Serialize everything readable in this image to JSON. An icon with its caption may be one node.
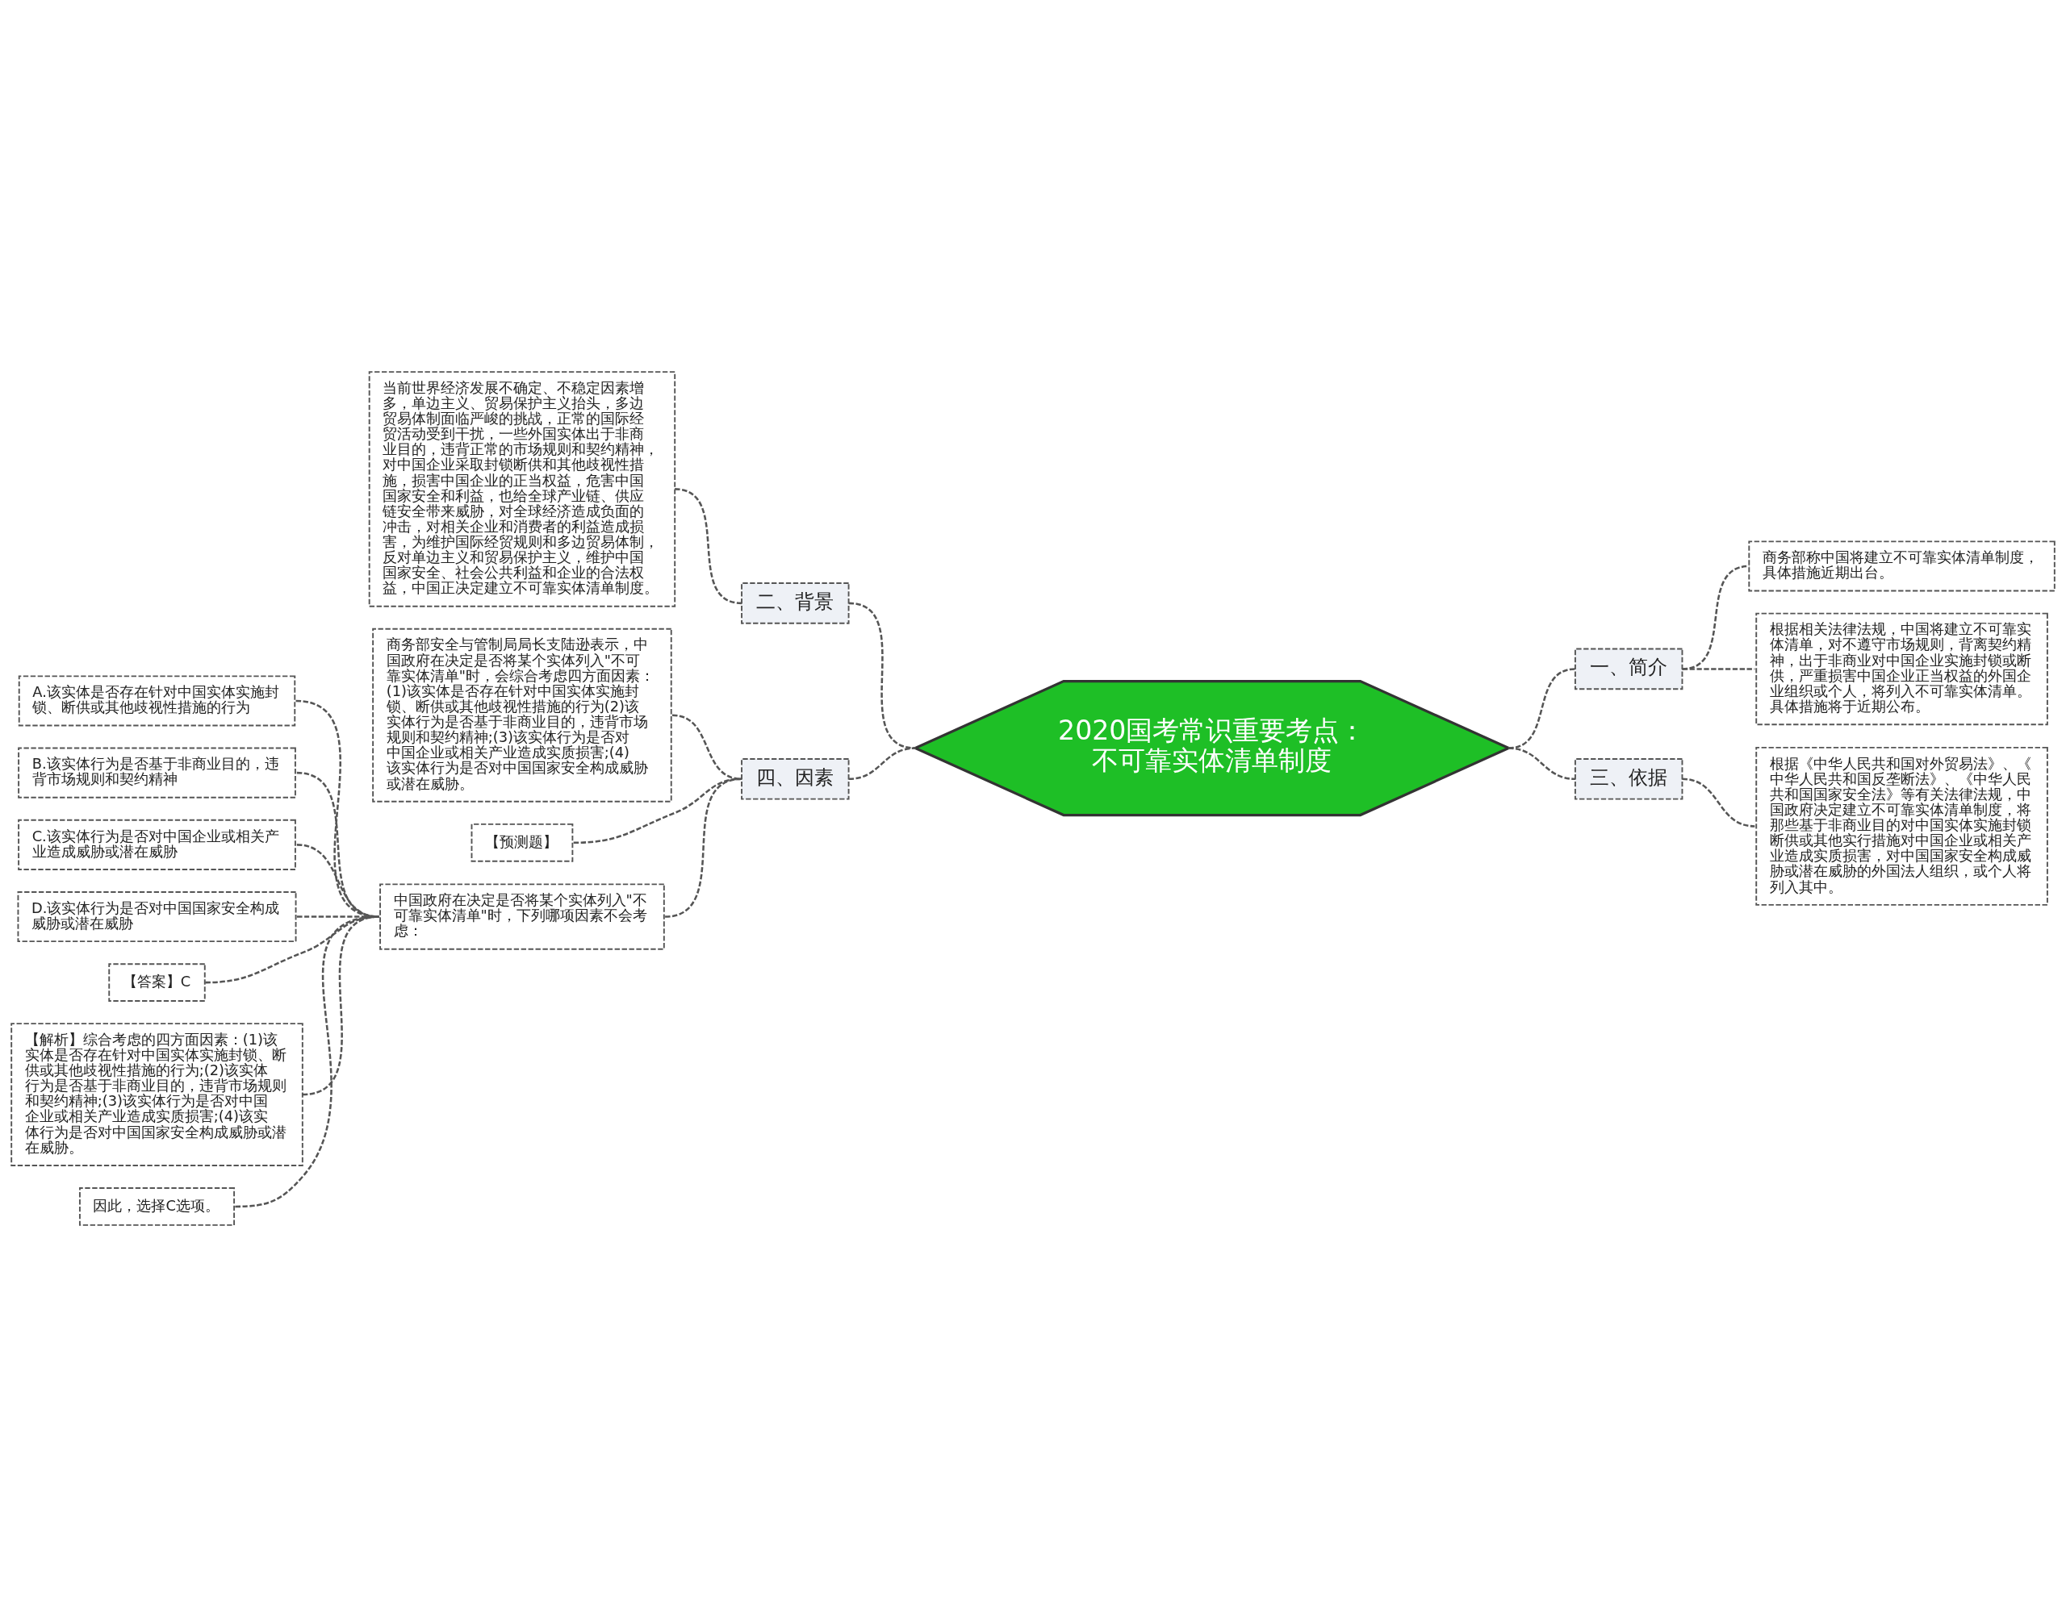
{
  "diagram": {
    "nodes": [
      {
        "text": [
          "2020国考常识重要考点：不可靠实体清单制度"
        ]
      },
      {
        "text": [
          "一、简介"
        ]
      },
      {
        "text": [
          "商务部称中国将建立不可靠实体清单制度，具体措施近期出台。"
        ]
      },
      {
        "text": [
          "根据相关法律法规，中国将建立不可靠实体清单，对不遵守市场规则，背离契约精神，出于非商业对中国企业实施封锁或断供，严重损害中国企业正当权益的外国企业组织或个人，将列入不可靠实体清单。具体措施将于近期公布。"
        ]
      },
      {
        "text": [
          "三、依据"
        ]
      },
      {
        "text": [
          "根据《中华人民共和国对外贸易法》、《中华人民共和国反垄断法》、《中华人民共和国国家安全法》等有关法律法规，中国政府决定建立不可靠实体清单制度，将那些基于非商业目的对中国实体实施封锁断供或其他实行措施对中国企业或相关产业造成实质损害，对中国国家安全构成威胁或潜在威胁的外国法人组织，或个人将列入其中。"
        ]
      },
      {
        "text": [
          "二、背景"
        ]
      },
      {
        "text": [
          "当前世界经济发展不确定、不稳定因素增多，单边主义、贸易保护主义抬头，多边贸易体制面临严峻的挑战，正常的国际经贸活动受到干扰，一些外国实体出于非商业目的，违背正常的市场规则和契约精神，对中国企业采取封锁断供和其他歧视性措施，损害中国企业的正当权益，危害中国国家安全和利益，也给全球产业链、供应链安全带来威胁，对全球经济造成负面的冲击，对相关企业和消费者的利益造成损害，为维护国际经贸规则和多边贸易体制，反对单边主义和贸易保护主义，维护中国国家安全、社会公共利益和企业的合法权益，中国正决定建立不可靠实体清单制度。"
        ]
      },
      {
        "text": [
          "四、因素"
        ]
      },
      {
        "text": [
          "商务部安全与管制局局长支陆逊表示，中国政府在决定是否将某个实体列入\"不可靠实体清单\"时，会综合考虑四方面因素：(1)该实体是否存在针对中国实体实施封锁、断供或其他歧视性措施的行为(2)该实体行为是否基于非商业目的，违背市场规则和契约精神;(3)该实体行为是否对中国企业或相关产业造成实质损害;(4)该实体行为是否对中国国家安全构成威胁或潜在威胁。"
        ]
      },
      {
        "text": [
          "【预测题】"
        ]
      },
      {
        "text": [
          "中国政府在决定是否将某个实体列入\"不可靠实体清单\"时，下列哪项因素不会考虑："
        ]
      },
      {
        "text": [
          "A.该实体是否存在针对中国实体实施封锁、断供或其他歧视性措施的行为"
        ]
      },
      {
        "text": [
          "B.该实体行为是否基于非商业目的，违背市场规则和契约精神"
        ]
      },
      {
        "text": [
          "C.该实体行为是否对中国企业或相关产业造成威胁或潜在威胁"
        ]
      },
      {
        "text": [
          "D.该实体行为是否对中国国家安全构成威胁或潜在威胁"
        ]
      },
      {
        "text": [
          "【答案】C"
        ]
      },
      {
        "text": [
          "【解析】综合考虑的四方面因素：(1)该实体是否存在针对中国实体实施封锁、断供或其他歧视性措施的行为;(2)该实体行为是否基于非商业目的，违背市场规则和契约精神;(3)该实体行为是否对中国企业或相关产业造成实质损害;(4)该实体行为是否对中国国家安全构成威胁或潜在威胁。"
        ]
      },
      {
        "text": [
          "因此，选择C选项。"
        ]
      }
    ],
    "edges": [
      {
        "from": 0,
        "to": 1,
        "arrow": "none",
        "style": "dashed"
      },
      {
        "from": 1,
        "to": 2,
        "arrow": "none",
        "style": "dashed"
      },
      {
        "from": 1,
        "to": 3,
        "arrow": "none",
        "style": "dashed"
      },
      {
        "from": 0,
        "to": 4,
        "arrow": "none",
        "style": "dashed"
      },
      {
        "from": 4,
        "to": 5,
        "arrow": "none",
        "style": "dashed"
      },
      {
        "from": 0,
        "to": 6,
        "arrow": "none",
        "style": "dashed"
      },
      {
        "from": 6,
        "to": 7,
        "arrow": "none",
        "style": "dashed"
      },
      {
        "from": 0,
        "to": 8,
        "arrow": "none",
        "style": "dashed"
      },
      {
        "from": 8,
        "to": 9,
        "arrow": "none",
        "style": "dashed"
      },
      {
        "from": 8,
        "to": 10,
        "arrow": "none",
        "style": "dashed"
      },
      {
        "from": 8,
        "to": 11,
        "arrow": "none",
        "style": "dashed"
      },
      {
        "from": 11,
        "to": 12,
        "arrow": "none",
        "style": "dashed"
      },
      {
        "from": 11,
        "to": 13,
        "arrow": "none",
        "style": "dashed"
      },
      {
        "from": 11,
        "to": 14,
        "arrow": "none",
        "style": "dashed"
      },
      {
        "from": 11,
        "to": 15,
        "arrow": "none",
        "style": "dashed"
      },
      {
        "from": 11,
        "to": 16,
        "arrow": "none",
        "style": "dashed"
      },
      {
        "from": 11,
        "to": 17,
        "arrow": "none",
        "style": "dashed"
      },
      {
        "from": 11,
        "to": 18,
        "arrow": "none",
        "style": "dashed"
      }
    ]
  }
}
